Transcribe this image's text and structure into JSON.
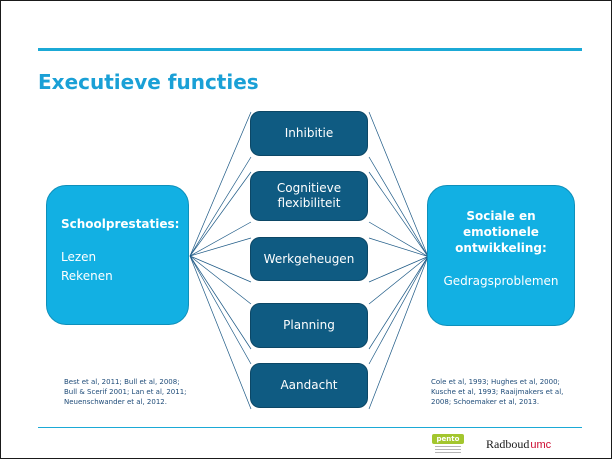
{
  "title": "Executieve functies",
  "functions": [
    {
      "label": "Inhibitie"
    },
    {
      "label": "Cognitieve\nflexibiliteit"
    },
    {
      "label": "Werkgeheugen"
    },
    {
      "label": "Planning"
    },
    {
      "label": "Aandacht"
    }
  ],
  "left_box": {
    "heading": "Schoolprestaties:",
    "items": [
      "Lezen",
      "Rekenen"
    ]
  },
  "right_box": {
    "heading": "Sociale en\nemotionele\nontwikkeling:",
    "item": "Gedragsproblemen"
  },
  "refs_left": [
    "Best et al, 2011; Bull et al, 2008;",
    "Bull & Scerif 2001; Lan et al, 2011;",
    "Neuenschwander et al, 2012."
  ],
  "refs_right": [
    "Cole et al, 1993; Hughes et al, 2000;",
    "Kusche et al, 1993; Raaijmakers et al,",
    "2008; Schoemaker et al, 2013."
  ],
  "logos": {
    "pento": "pento",
    "radboud": "Radboud",
    "umc": "umc"
  },
  "colors": {
    "accent": "#1ba9d6",
    "function_box": "#0f5b82",
    "outcome_box": "#12b0e3",
    "connector": "#1e5a86",
    "umc": "#cc0a2f"
  }
}
